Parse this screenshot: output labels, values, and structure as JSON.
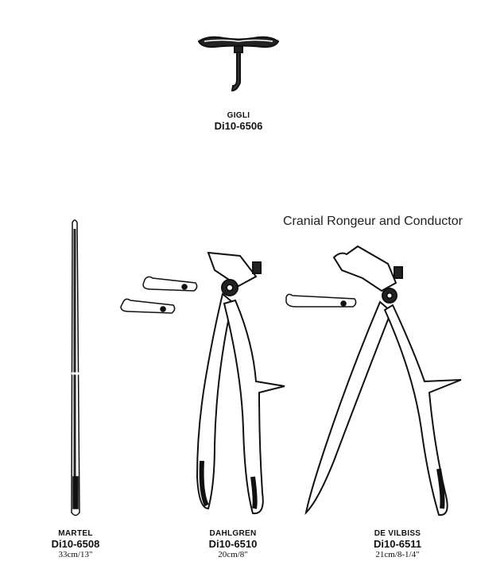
{
  "section_title": "Cranial Rongeur and Conductor",
  "instruments": [
    {
      "name": "GIGLI",
      "code": "Di10-6506",
      "size": ""
    },
    {
      "name": "MARTEL",
      "code": "Di10-6508",
      "size": "33cm/13\""
    },
    {
      "name": "DAHLGREN",
      "code": "Di10-6510",
      "size": "20cm/8\""
    },
    {
      "name": "DE VILBISS",
      "code": "Di10-6511",
      "size": "21cm/8-1/4\""
    }
  ]
}
